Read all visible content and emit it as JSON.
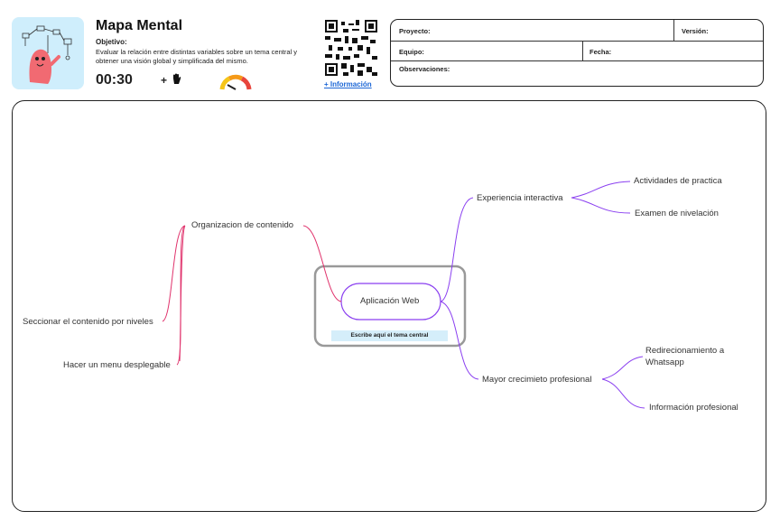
{
  "header": {
    "title": "Mapa Mental",
    "objective_label": "Objetivo:",
    "objective_text": "Evaluar la relación entre distintas variables sobre un tema central y obtener una visión global y simplificada del mismo.",
    "timer": "00:30",
    "group_prefix": "+",
    "info_link": "+ Información"
  },
  "project_box": {
    "project_label": "Proyecto:",
    "version_label": "Versión:",
    "team_label": "Equipo:",
    "date_label": "Fecha:",
    "observations_label": "Observaciones:"
  },
  "mindmap": {
    "center": "Aplicación Web",
    "center_hint": "Escribe aquí el tema central",
    "branches": {
      "organizacion": "Organizacion de contenido",
      "seccionar": "Seccionar el contenido por niveles",
      "menu": "Hacer un menu desplegable",
      "experiencia": "Experiencia interactiva",
      "actividades": "Actividades de practica",
      "examen": "Examen de nivelación",
      "crecimiento": "Mayor crecimieto profesional",
      "redirecc_line1": "Redirecionamiento a",
      "redirecc_line2": "Whatsapp",
      "info_prof": "Información profesional"
    }
  },
  "colors": {
    "left_branch": "#e0316b",
    "right_branch": "#8a3ff0",
    "center_frame": "#999999",
    "hint_bg": "#d5eefa",
    "link": "#1b66d6",
    "logo_bg": "#cfeefc"
  }
}
